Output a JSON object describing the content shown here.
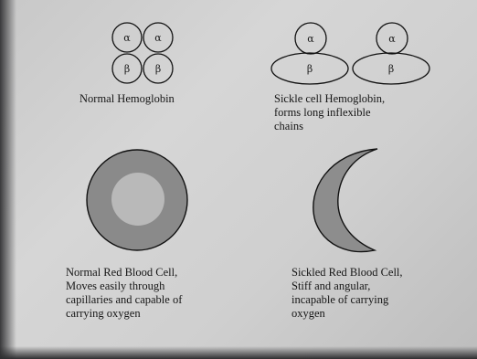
{
  "normal_hemoglobin": {
    "subunits": [
      "α",
      "α",
      "β",
      "β"
    ],
    "caption": "Normal Hemoglobin"
  },
  "sickle_hemoglobin": {
    "subunits": [
      "α",
      "α",
      "β",
      "β"
    ],
    "caption_lines": [
      "Sickle cell Hemoglobin,",
      "forms long inflexible",
      "chains"
    ]
  },
  "normal_rbc": {
    "caption_lines": [
      "Normal Red Blood Cell,",
      "Moves easily through",
      "capillaries and capable of",
      "carrying oxygen"
    ]
  },
  "sickled_rbc": {
    "caption_lines": [
      "Sickled Red Blood Cell,",
      "Stiff and angular,",
      "incapable of carrying",
      "oxygen"
    ]
  },
  "colors": {
    "cell_outer": "#8a8a8a",
    "cell_inner": "#b9b9b9",
    "sickle_fill": "#8d8d8d",
    "outline": "#111111"
  }
}
